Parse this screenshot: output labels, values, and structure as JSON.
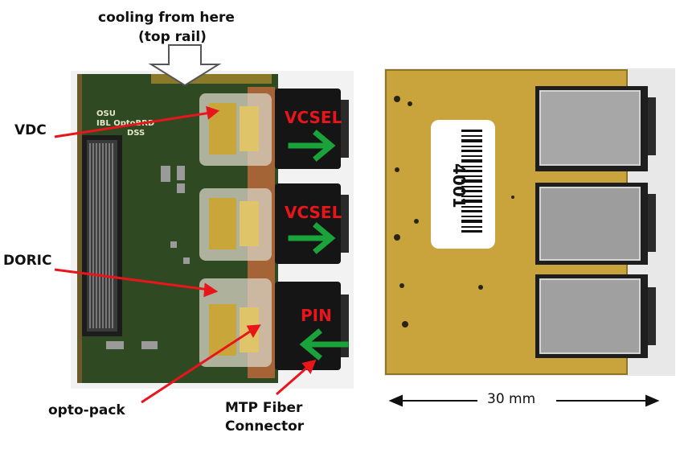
{
  "annotations": {
    "cooling_line1": "cooling from here",
    "cooling_line2": "(top rail)",
    "vdc": "VDC",
    "doric": "DORIC",
    "opto_pack": "opto-pack",
    "mtp_line1": "MTP Fiber",
    "mtp_line2": "Connector",
    "vcsel_1": "VCSEL",
    "vcsel_2": "VCSEL",
    "pin": "PIN",
    "scale": "30 mm"
  },
  "board_print": {
    "line1": "OSU",
    "line2": "IBL OptoBRD",
    "line3": "DSS"
  },
  "barcode_label": "4001",
  "colors": {
    "pcb_green": "#2f4a22",
    "gold": "#c9a63a",
    "arrow_red": "#e8151b",
    "arrow_green": "#1aa33a",
    "label_red": "#e8151b",
    "back_board": "#c9a43c"
  }
}
